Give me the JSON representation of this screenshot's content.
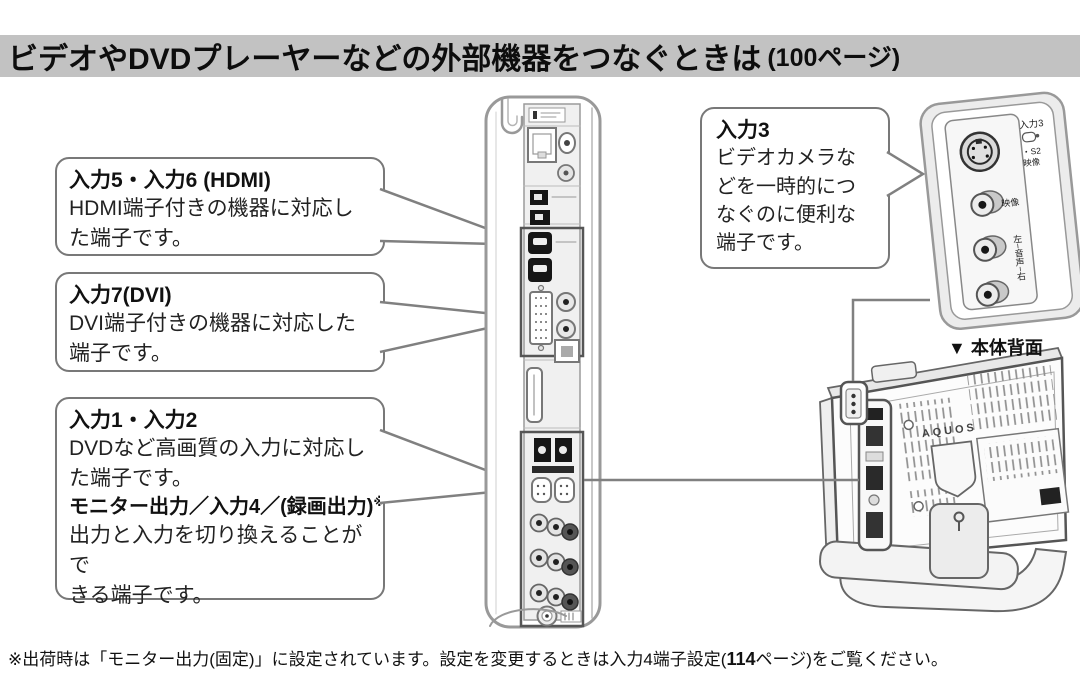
{
  "header": {
    "title": "ビデオやDVDプレーヤーなどの外部機器をつなぐときは",
    "page_ref": "(100ページ)"
  },
  "callouts": {
    "hdmi": {
      "title": "入力5・入力6 (HDMI)",
      "body": "HDMI端子付きの機器に対応し\nた端子です。"
    },
    "dvi": {
      "title": "入力7(DVI)",
      "body": "DVI端子付きの機器に対応した\n端子です。"
    },
    "input12": {
      "title": "入力1・入力2",
      "body": "DVDなど高画質の入力に対応し\nた端子です。",
      "title2": "モニター出力／入力4／(録画出力)",
      "title2_note": "※",
      "body2": "出力と入力を切り換えることがで\nきる端子です。"
    },
    "input3": {
      "title": "入力3",
      "body": "ビデオカメラな\nどを一時的につ\nなぐのに便利な\n端子です。"
    }
  },
  "side_panel": {
    "input3": "入力3",
    "s2": "・S2",
    "video_s2": "映像",
    "video": "映像",
    "audio_column": "左−音声−右"
  },
  "rear_tv": {
    "label": "▼ 本体背面",
    "brand": "AQUOS"
  },
  "footnote": {
    "part1": "※出荷時は「モニター出力(固定)」に設定されています。設定を変更するときは入力4端子設定(",
    "page": "114",
    "part2": "ページ)をご覧ください。"
  },
  "colors": {
    "title_bar_bg": "#c2c2c2",
    "line_art": "#8a8a8a",
    "frame": "#555555",
    "connector_black": "#161616"
  }
}
